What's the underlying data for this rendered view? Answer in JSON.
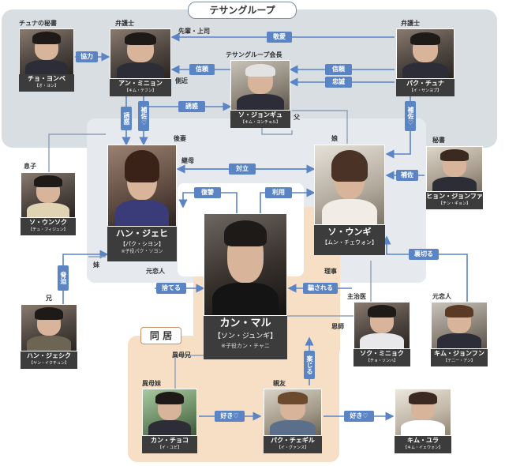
{
  "groups": {
    "company": "テサングループ",
    "house": "同 居"
  },
  "people": {
    "secretary_chuna": {
      "name": "チョ・ヨンベ",
      "actor": "【オ・ヨン】",
      "tag": "チュナの秘書"
    },
    "lawyer_an": {
      "name": "アン・ミニョン",
      "actor": "【キム・テフン】",
      "tag": "弁護士"
    },
    "chairman": {
      "name": "ソ・ジョンギュ",
      "actor": "【キム・ヨンチョル】",
      "tag": "テサングループ会長"
    },
    "lawyer_park": {
      "name": "パク・チュナ",
      "actor": "【イ・サンヨプ】",
      "tag": "弁護士"
    },
    "son": {
      "name": "ソ・ウンソク",
      "actor": "【チュ・フィジュン】",
      "tag": "息子"
    },
    "jaehee": {
      "name": "ハン・ジェヒ",
      "actor": "【パク・シヨン】",
      "note": "※子役パク・ソヨン",
      "tag": "後妻"
    },
    "eungi": {
      "name": "ソ・ウンギ",
      "actor": "【ムン・チェウォン】",
      "tag": "娘"
    },
    "secretary_hyun": {
      "name": "ヒョン・ジョンファ",
      "actor": "【チン・ギョン】",
      "tag": "秘書"
    },
    "maru": {
      "name": "カン・マル",
      "actor": "【ソン・ジュンギ】",
      "note": "※子役カン・チャニ"
    },
    "brother": {
      "name": "ハン・ジェシク",
      "actor": "【ヤン・イクチュン】",
      "tag": "兄"
    },
    "doctor": {
      "name": "ソク・ミニョク",
      "actor": "【チョ・ソンハ】",
      "tag": "主治医"
    },
    "exlover_kim": {
      "name": "キム・ジョンフン",
      "actor": "【テニー・アン】",
      "tag": "元恋人"
    },
    "choko": {
      "name": "カン・チョコ",
      "actor": "【イ・ユビ】",
      "tag": "異母妹"
    },
    "chegil": {
      "name": "パク・チェギル",
      "actor": "【イ・グァンス】",
      "tag": "親友"
    },
    "yura": {
      "name": "キム・ユラ",
      "actor": "【キム・イェウォン】"
    }
  },
  "labels": {
    "boss": "先輩・上司",
    "aide": "側近",
    "father": "父",
    "stepmother": "継母",
    "sister": "妹",
    "exlover": "元恋人",
    "director": "理事",
    "mentor": "恩師",
    "halfbrother": "異母兄"
  },
  "relations": {
    "respect": "敬愛",
    "cooperate": "協力",
    "trust_left": "信頼",
    "trust_right": "信頼",
    "loyal": "忠誠",
    "seduce_h": "誘惑",
    "seduce_v": "誘惑",
    "assist_an": "補佐♡",
    "assist_park": "補佐♡",
    "oppose": "対立",
    "assist_hyun": "補佐",
    "revenge": "復讐",
    "use": "利用",
    "threaten": "脅迫",
    "betray": "裏切る",
    "abandon": "捨てる",
    "deceived": "騙される",
    "worry": "案じる",
    "like1": "好き♡",
    "like2": "好き♡"
  }
}
